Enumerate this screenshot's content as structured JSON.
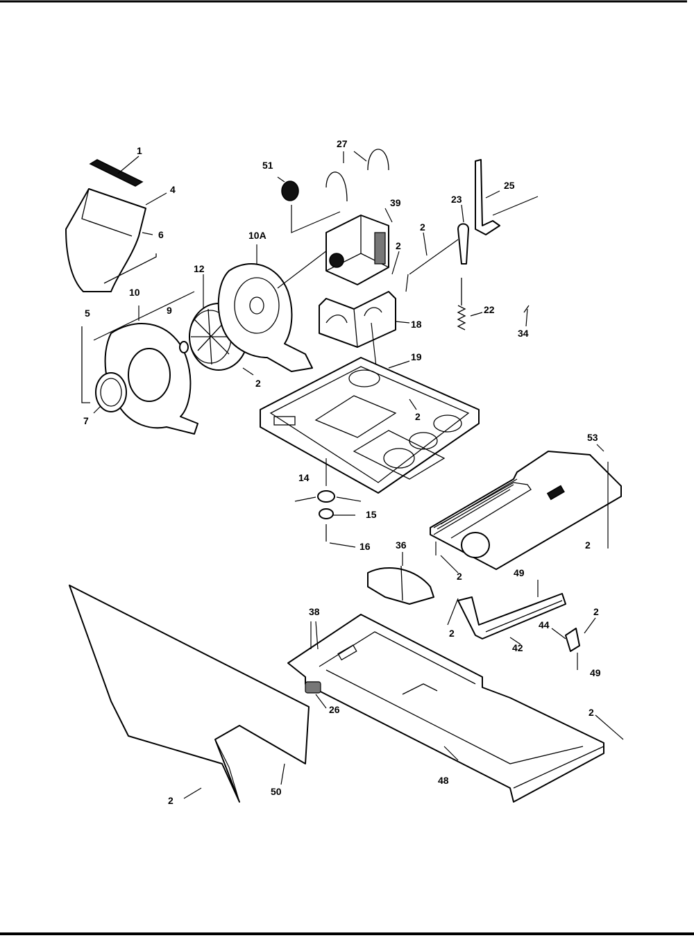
{
  "labels": {
    "p1": "1",
    "p4": "4",
    "p6": "6",
    "p5": "5",
    "p10": "10",
    "p9": "9",
    "p12": "12",
    "p10a": "10A",
    "p7": "7",
    "p2a": "2",
    "p51": "51",
    "p27": "27",
    "p39": "39",
    "p2b": "2",
    "p2c": "2",
    "p18": "18",
    "p23": "23",
    "p25": "25",
    "p22": "22",
    "p34": "34",
    "p19": "19",
    "p2d": "2",
    "p14": "14",
    "p15": "15",
    "p16": "16",
    "p53": "53",
    "p36": "36",
    "p2e": "2",
    "p2f": "2",
    "p49a": "49",
    "p38": "38",
    "p2g": "2",
    "p42": "42",
    "p44": "44",
    "p2h": "2",
    "p49b": "49",
    "p26": "26",
    "p2i": "2",
    "p48": "48",
    "p2j": "2",
    "p50": "50"
  },
  "icons": [
    "exploded-parts-diagram"
  ]
}
